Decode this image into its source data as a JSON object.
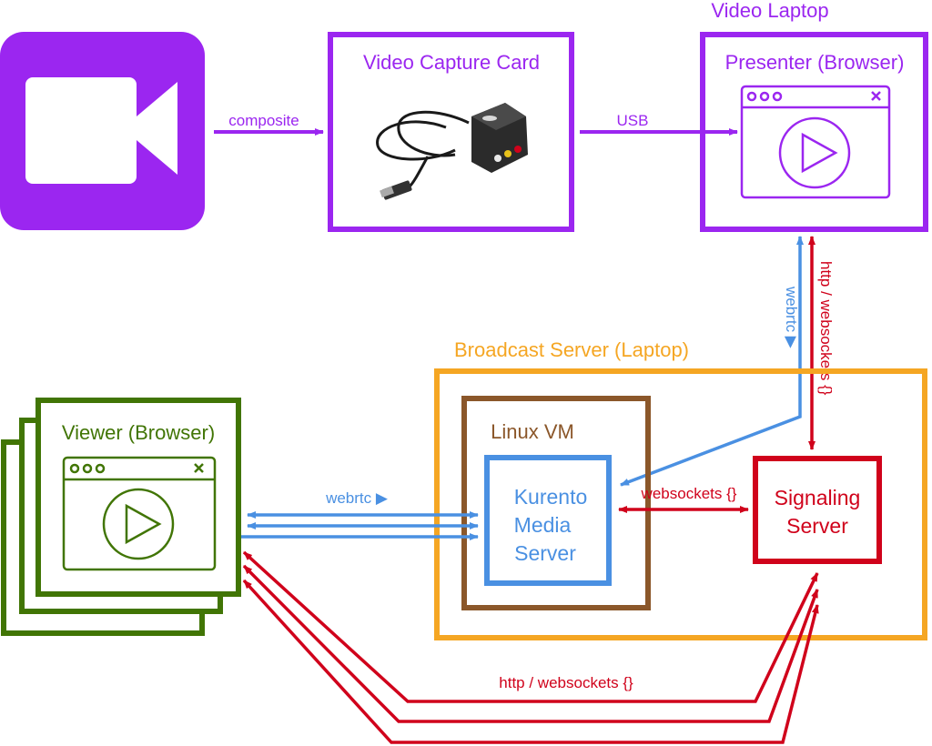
{
  "colors": {
    "purple": "#9b26f0",
    "blue": "#4a90e2",
    "red": "#d0021b",
    "green": "#417505",
    "orange": "#f5a623",
    "brown": "#8b572a"
  },
  "camera": {
    "icon": "video-camera-icon"
  },
  "capture_card": {
    "title": "Video Capture Card",
    "image": "capture-device-icon"
  },
  "video_laptop": {
    "label": "Video Laptop",
    "presenter_title": "Presenter (Browser)",
    "icon": "browser-play-window-icon"
  },
  "broadcast_server": {
    "label": "Broadcast Server (Laptop)"
  },
  "linux_vm": {
    "label": "Linux VM"
  },
  "kurento": {
    "line1": "Kurento",
    "line2": "Media",
    "line3": "Server"
  },
  "signaling": {
    "line1": "Signaling",
    "line2": "Server"
  },
  "viewer": {
    "title": "Viewer (Browser)",
    "icon": "browser-play-window-icon"
  },
  "connections": {
    "composite": "composite",
    "usb": "USB",
    "webrtc_presenter": "webrtc ▶",
    "http_presenter": "http / websockets {}",
    "webrtc_viewer": "webrtc ▶",
    "websockets_kurento": "websockets {}",
    "http_viewer": "http / websockets {}"
  }
}
